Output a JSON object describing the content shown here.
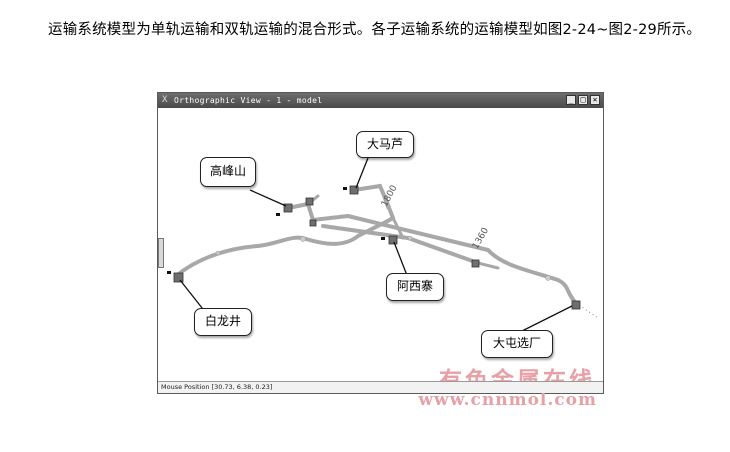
{
  "paragraph": "运输系统模型为单轨运输和双轨运输的混合形式。各子运输系统的运输模型如图2-24~图2-29所示。",
  "window": {
    "title": "Orthographic View - 1 - model",
    "minimize_glyph": "_",
    "maximize_glyph": "□",
    "close_glyph": "✕",
    "app_icon": "X"
  },
  "status_bar": "Mouse Position [30.73, 6.38, 0.23]",
  "callouts": {
    "dama": "大马芦",
    "gaofeng": "高峰山",
    "axizhai": "阿西寨",
    "bailong": "白龙井",
    "datun": "大屯选厂"
  },
  "route_labels": {
    "label_1800": "1800",
    "label_1360": "1360"
  },
  "watermark": {
    "cn": "有色金属在线",
    "url": "www.cnnmol.com",
    "color": "#e7a0a6"
  },
  "colors": {
    "rail": "#a8a8a8",
    "titlebar": "#555555"
  }
}
